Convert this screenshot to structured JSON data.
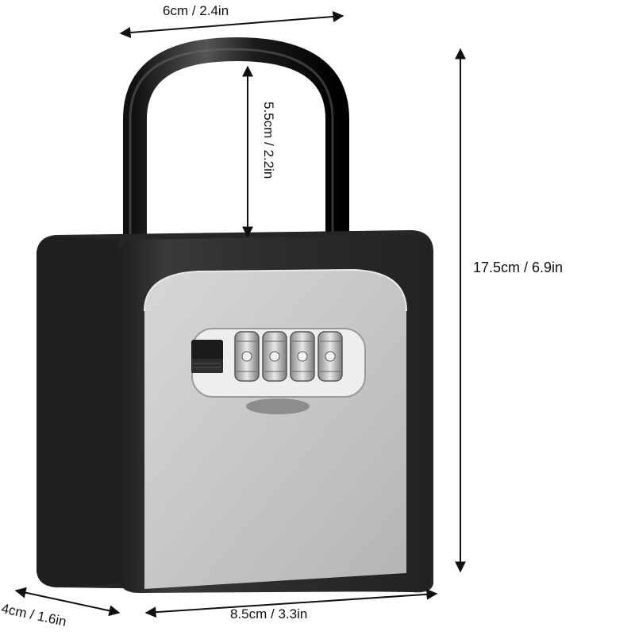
{
  "dimensions": {
    "top_width": "6cm / 2.4in",
    "shackle_height": "5.5cm / 2.2in",
    "total_height": "17.5cm / 6.9in",
    "depth": "4cm / 1.6in",
    "bottom_width": "8.5cm / 3.3in"
  },
  "colors": {
    "body_dark": "#2e2e2e",
    "face_gray": "#c9cacc",
    "shackle": "#1c1c1c",
    "dial_silver": "#d8d8d8"
  }
}
